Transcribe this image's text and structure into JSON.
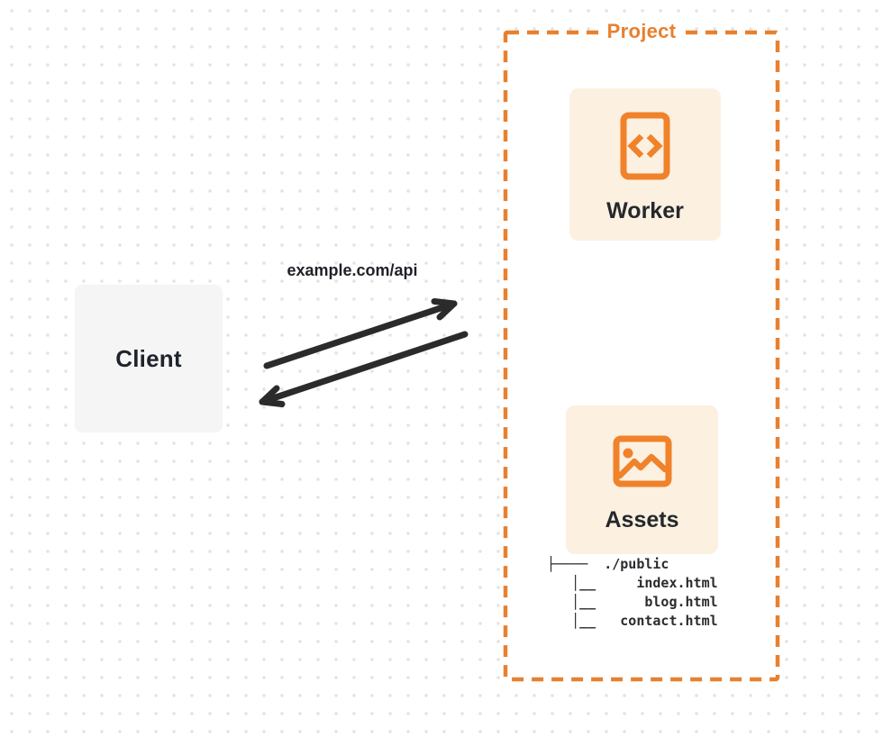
{
  "client": {
    "label": "Client"
  },
  "connection": {
    "request_label": "example.com/api"
  },
  "project": {
    "label": "Project",
    "worker": {
      "label": "Worker",
      "icon": "code-file-icon"
    },
    "assets": {
      "label": "Assets",
      "icon": "image-icon"
    },
    "file_tree": {
      "root": "./public",
      "files": [
        "index.html",
        "blog.html",
        "contact.html"
      ],
      "ascii": "├────  ./public\n   │__     index.html\n   │__      blog.html\n   │__   contact.html"
    }
  },
  "colors": {
    "accent_orange": "#E8802E",
    "icon_orange": "#F0822A",
    "card_background": "#FCF0E1",
    "client_background": "#F5F5F6",
    "arrow": "#2B2B2B",
    "text_dark": "#1F232B",
    "dot_grid": "#E3E3E4"
  }
}
